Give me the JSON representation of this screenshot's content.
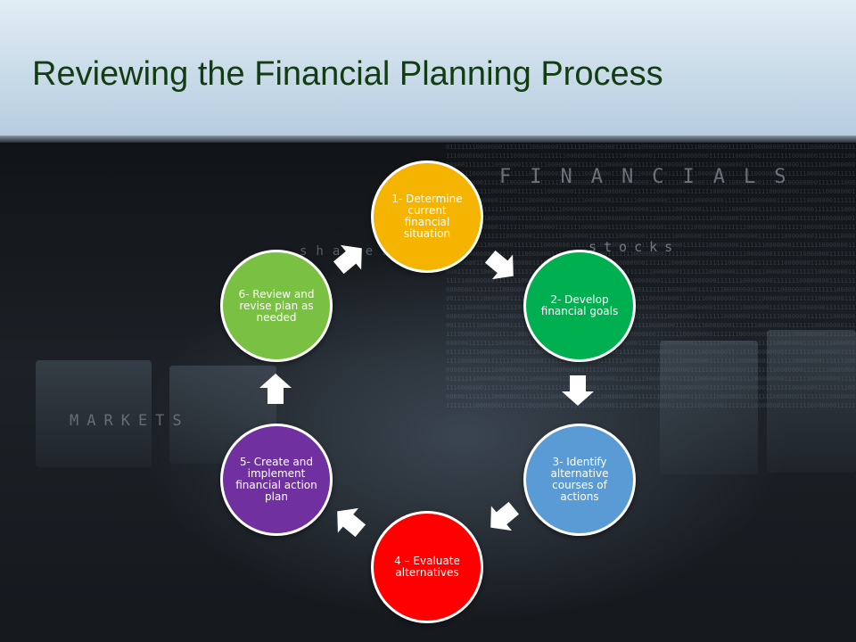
{
  "slide": {
    "title": "Reviewing the Financial Planning Process"
  },
  "background_words": {
    "financials": "FINANCIALS",
    "stocks": "stocks",
    "markets": "MARKETS",
    "shares": "shares"
  },
  "cycle": {
    "steps": [
      {
        "label": "1- Determine current financial situation",
        "color": "#f5b400"
      },
      {
        "label": "2- Develop financial goals",
        "color": "#00b050"
      },
      {
        "label": "3- Identify alternative courses of actions",
        "color": "#5b9bd5"
      },
      {
        "label": "4 – Evaluate alternatives",
        "color": "#ff0000"
      },
      {
        "label": "5- Create and implement financial action plan",
        "color": "#7030a0"
      },
      {
        "label": "6- Review and revise plan as needed",
        "color": "#7ac143"
      }
    ],
    "arrow_color": "#ffffff"
  }
}
